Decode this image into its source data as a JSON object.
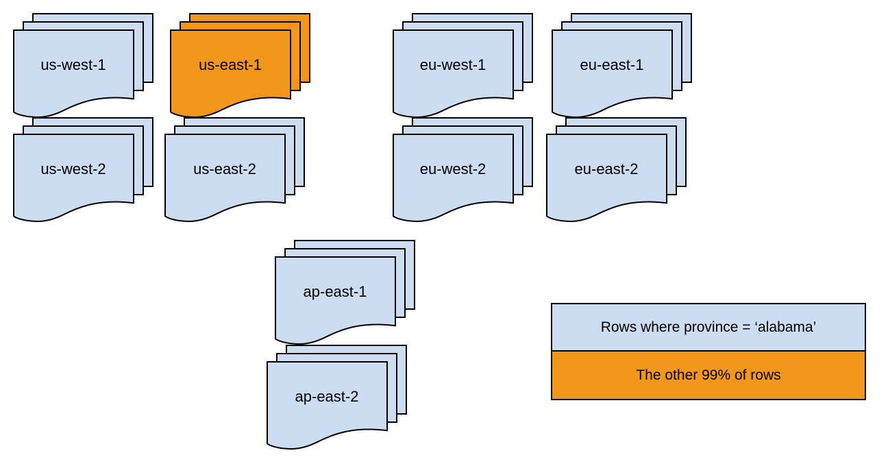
{
  "diagram": {
    "regions": [
      {
        "id": "us-west-1",
        "label": "us-west-1",
        "highlighted": false
      },
      {
        "id": "us-east-1",
        "label": "us-east-1",
        "highlighted": true
      },
      {
        "id": "eu-west-1",
        "label": "eu-west-1",
        "highlighted": false
      },
      {
        "id": "eu-east-1",
        "label": "eu-east-1",
        "highlighted": false
      },
      {
        "id": "us-west-2",
        "label": "us-west-2",
        "highlighted": false
      },
      {
        "id": "us-east-2",
        "label": "us-east-2",
        "highlighted": false
      },
      {
        "id": "eu-west-2",
        "label": "eu-west-2",
        "highlighted": false
      },
      {
        "id": "eu-east-2",
        "label": "eu-east-2",
        "highlighted": false
      },
      {
        "id": "ap-east-1",
        "label": "ap-east-1",
        "highlighted": false
      },
      {
        "id": "ap-east-2",
        "label": "ap-east-2",
        "highlighted": false
      }
    ],
    "legend": {
      "items": [
        {
          "label": "Rows where province = ‘alabama’",
          "color": "#ccdcf1"
        },
        {
          "label": "The other 99% of rows",
          "color": "#f2961c"
        }
      ]
    },
    "colors": {
      "region_fill": "#ccdcf1",
      "highlight_fill": "#f2961c",
      "outline": "#000000",
      "background": "#ffffff"
    }
  }
}
